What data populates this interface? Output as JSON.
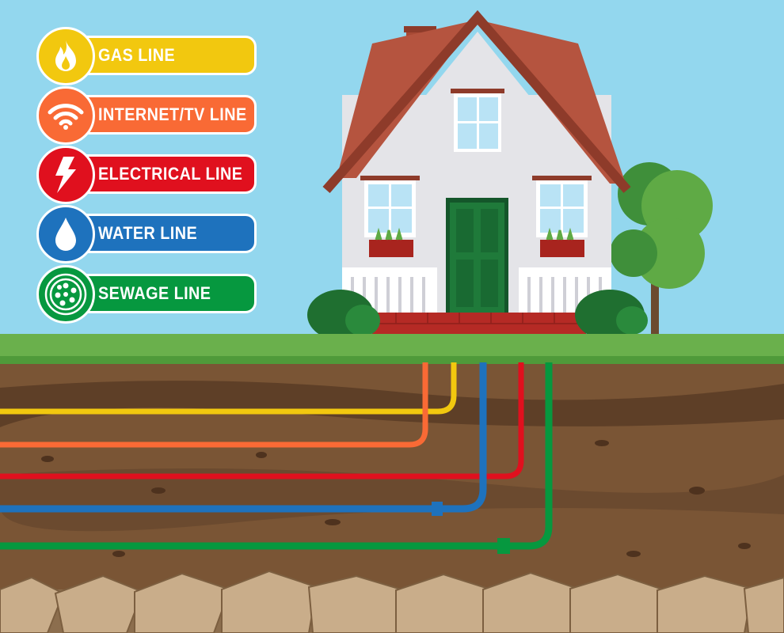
{
  "legend": [
    {
      "label": "GAS LINE",
      "icon": "flame-icon",
      "color": "#f2c80f"
    },
    {
      "label": "INTERNET/TV LINE",
      "icon": "wifi-icon",
      "color": "#f96a35"
    },
    {
      "label": "ELECTRICAL LINE",
      "icon": "lightning-bolt-icon",
      "color": "#e0101e"
    },
    {
      "label": "WATER LINE",
      "icon": "water-drop-icon",
      "color": "#1e72bd"
    },
    {
      "label": "SEWAGE LINE",
      "icon": "sewer-grate-icon",
      "color": "#06983f"
    }
  ],
  "colors": {
    "sky": "#93d7ee",
    "grass": "#6ab04c",
    "soil": "#6b4a30",
    "roof": "#b5543f",
    "wall": "#e4e4e8",
    "door": "#1f7a3a"
  }
}
